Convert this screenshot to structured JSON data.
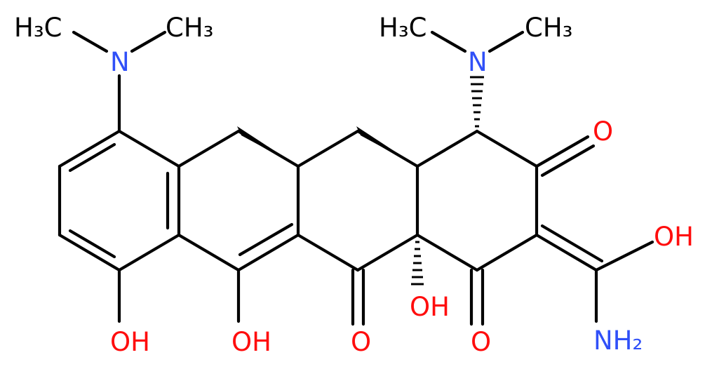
{
  "molecule": {
    "labels": {
      "ch3_top_left": "H₃C",
      "ch3_top_left_2": "CH₃",
      "n_left": "N",
      "ch3_top_right": "H₃C",
      "ch3_top_right_2": "CH₃",
      "n_right": "N",
      "o_top": "O",
      "oh_right": "OH",
      "nh2": "NH₂",
      "o_ring_d": "O",
      "oh_ring_center": "OH",
      "o_ring_b": "O",
      "oh_phenol": "OH",
      "oh_enol": "OH"
    },
    "colors": {
      "carbon_bond": "#000000",
      "oxygen": "#ff0d0d",
      "nitrogen": "#3050f8"
    }
  }
}
